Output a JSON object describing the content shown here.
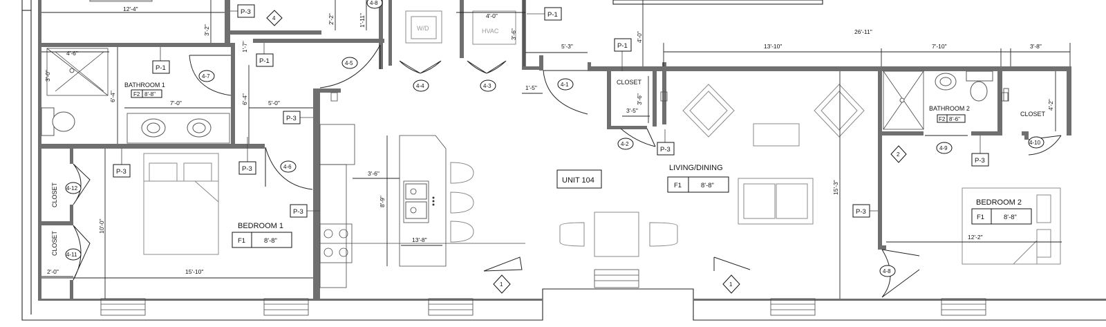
{
  "unit_label": "UNIT 104",
  "rooms": {
    "bathroom1": "BATHROOM 1",
    "bedroom1": "BEDROOM 1",
    "living": "LIVING/DINING",
    "bathroom2": "BATHROOM 2",
    "bedroom2": "BEDROOM 2",
    "closet_kitchen": "CLOSET",
    "closet_bed2": "CLOSET",
    "closet_a": "CLOSET",
    "closet_b": "CLOSET"
  },
  "appliances": {
    "wd": "W/D",
    "hvac": "HVAC"
  },
  "finish_tags": {
    "bathroom1": [
      "F2",
      "8'-8\""
    ],
    "bedroom1": [
      "F1",
      "8'-8\""
    ],
    "living": [
      "F1",
      "8'-8\""
    ],
    "bathroom2": [
      "F2",
      "8'-6\""
    ],
    "bedroom2": [
      "F1",
      "8'-8\""
    ]
  },
  "wall_tags": {
    "p3_top": "P-3",
    "p1_bath1": "P-1",
    "p1_hall": "P-1",
    "p3_hall": "P-3",
    "p3_bed1_left": "P-3",
    "p3_bed1_right": "P-3",
    "p3_kitchen": "P-3",
    "p1_top_right": "P-1",
    "p1_closet": "P-1",
    "p3_closet": "P-3",
    "p3_bed2_closet": "P-3",
    "p3_bed2": "P-3"
  },
  "door_tags": {
    "d48_top": "4-8",
    "d47": "4-7",
    "d45": "4-5",
    "d44": "4-4",
    "d43": "4-3",
    "d41": "4-1",
    "d42": "4-2",
    "d46": "4-6",
    "d412": "4-12",
    "d411": "4-11",
    "d49": "4-9",
    "d410": "4-10",
    "d48": "4-8"
  },
  "diamond_tags": {
    "top": "4",
    "bath2": "2",
    "win_left": "1",
    "win_right": "1"
  },
  "dimensions": {
    "d_12_4": "12'-4\"",
    "d_3_2": "3'-2\"",
    "d_2_2": "2'-2\"",
    "d_1_11": "1'-11\"",
    "d_4_0_wd": "4'-0\"",
    "d_3_6_wd": "3'-6\"",
    "d_4_0_top": "4'-0\"",
    "d_26_11": "26'-11\"",
    "d_13_10": "13'-10\"",
    "d_7_10": "7'-10\"",
    "d_3_8": "3'-8\"",
    "d_4_6": "4'-6\"",
    "d_3_0": "3'-0\"",
    "d_6_4": "6'-4\"",
    "d_7_0": "7'-0\"",
    "d_1_7": "1'-7\"",
    "d_6_4b": "6'-4\"",
    "d_5_0": "5'-0\"",
    "d_5_3": "5'-3\"",
    "d_1_5": "1'-5\"",
    "d_3_6_cl": "3'-6\"",
    "d_3_5": "3'-5\"",
    "d_4_2": "4'-2\"",
    "d_3_6_k": "3'-6\"",
    "d_8_9": "8'-9\"",
    "d_13_8": "13'-8\"",
    "d_10_0": "10'-0\"",
    "d_2_0": "2'-0\"",
    "d_15_10": "15'-10\"",
    "d_15_3": "15'-3\"",
    "d_12_2": "12'-2\""
  }
}
